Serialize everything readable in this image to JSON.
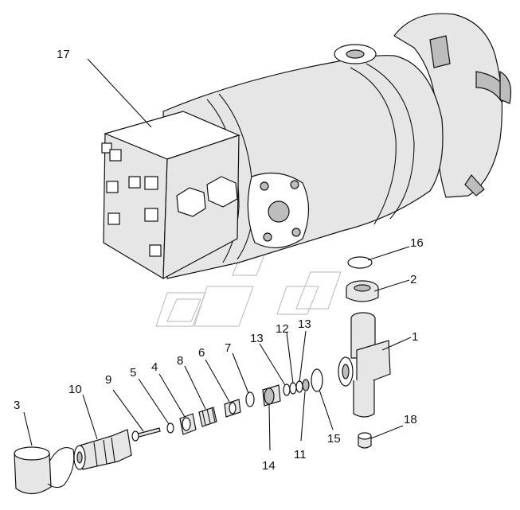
{
  "diagram": {
    "labels": {
      "p1": "1",
      "p2": "2",
      "p3": "3",
      "p4": "4",
      "p5": "5",
      "p6": "6",
      "p7": "7",
      "p8": "8",
      "p9": "9",
      "p10": "10",
      "p11": "11",
      "p12": "12",
      "p13a": "13",
      "p13b": "13",
      "p14": "14",
      "p15": "15",
      "p16": "16",
      "p17": "17",
      "p18": "18"
    }
  }
}
